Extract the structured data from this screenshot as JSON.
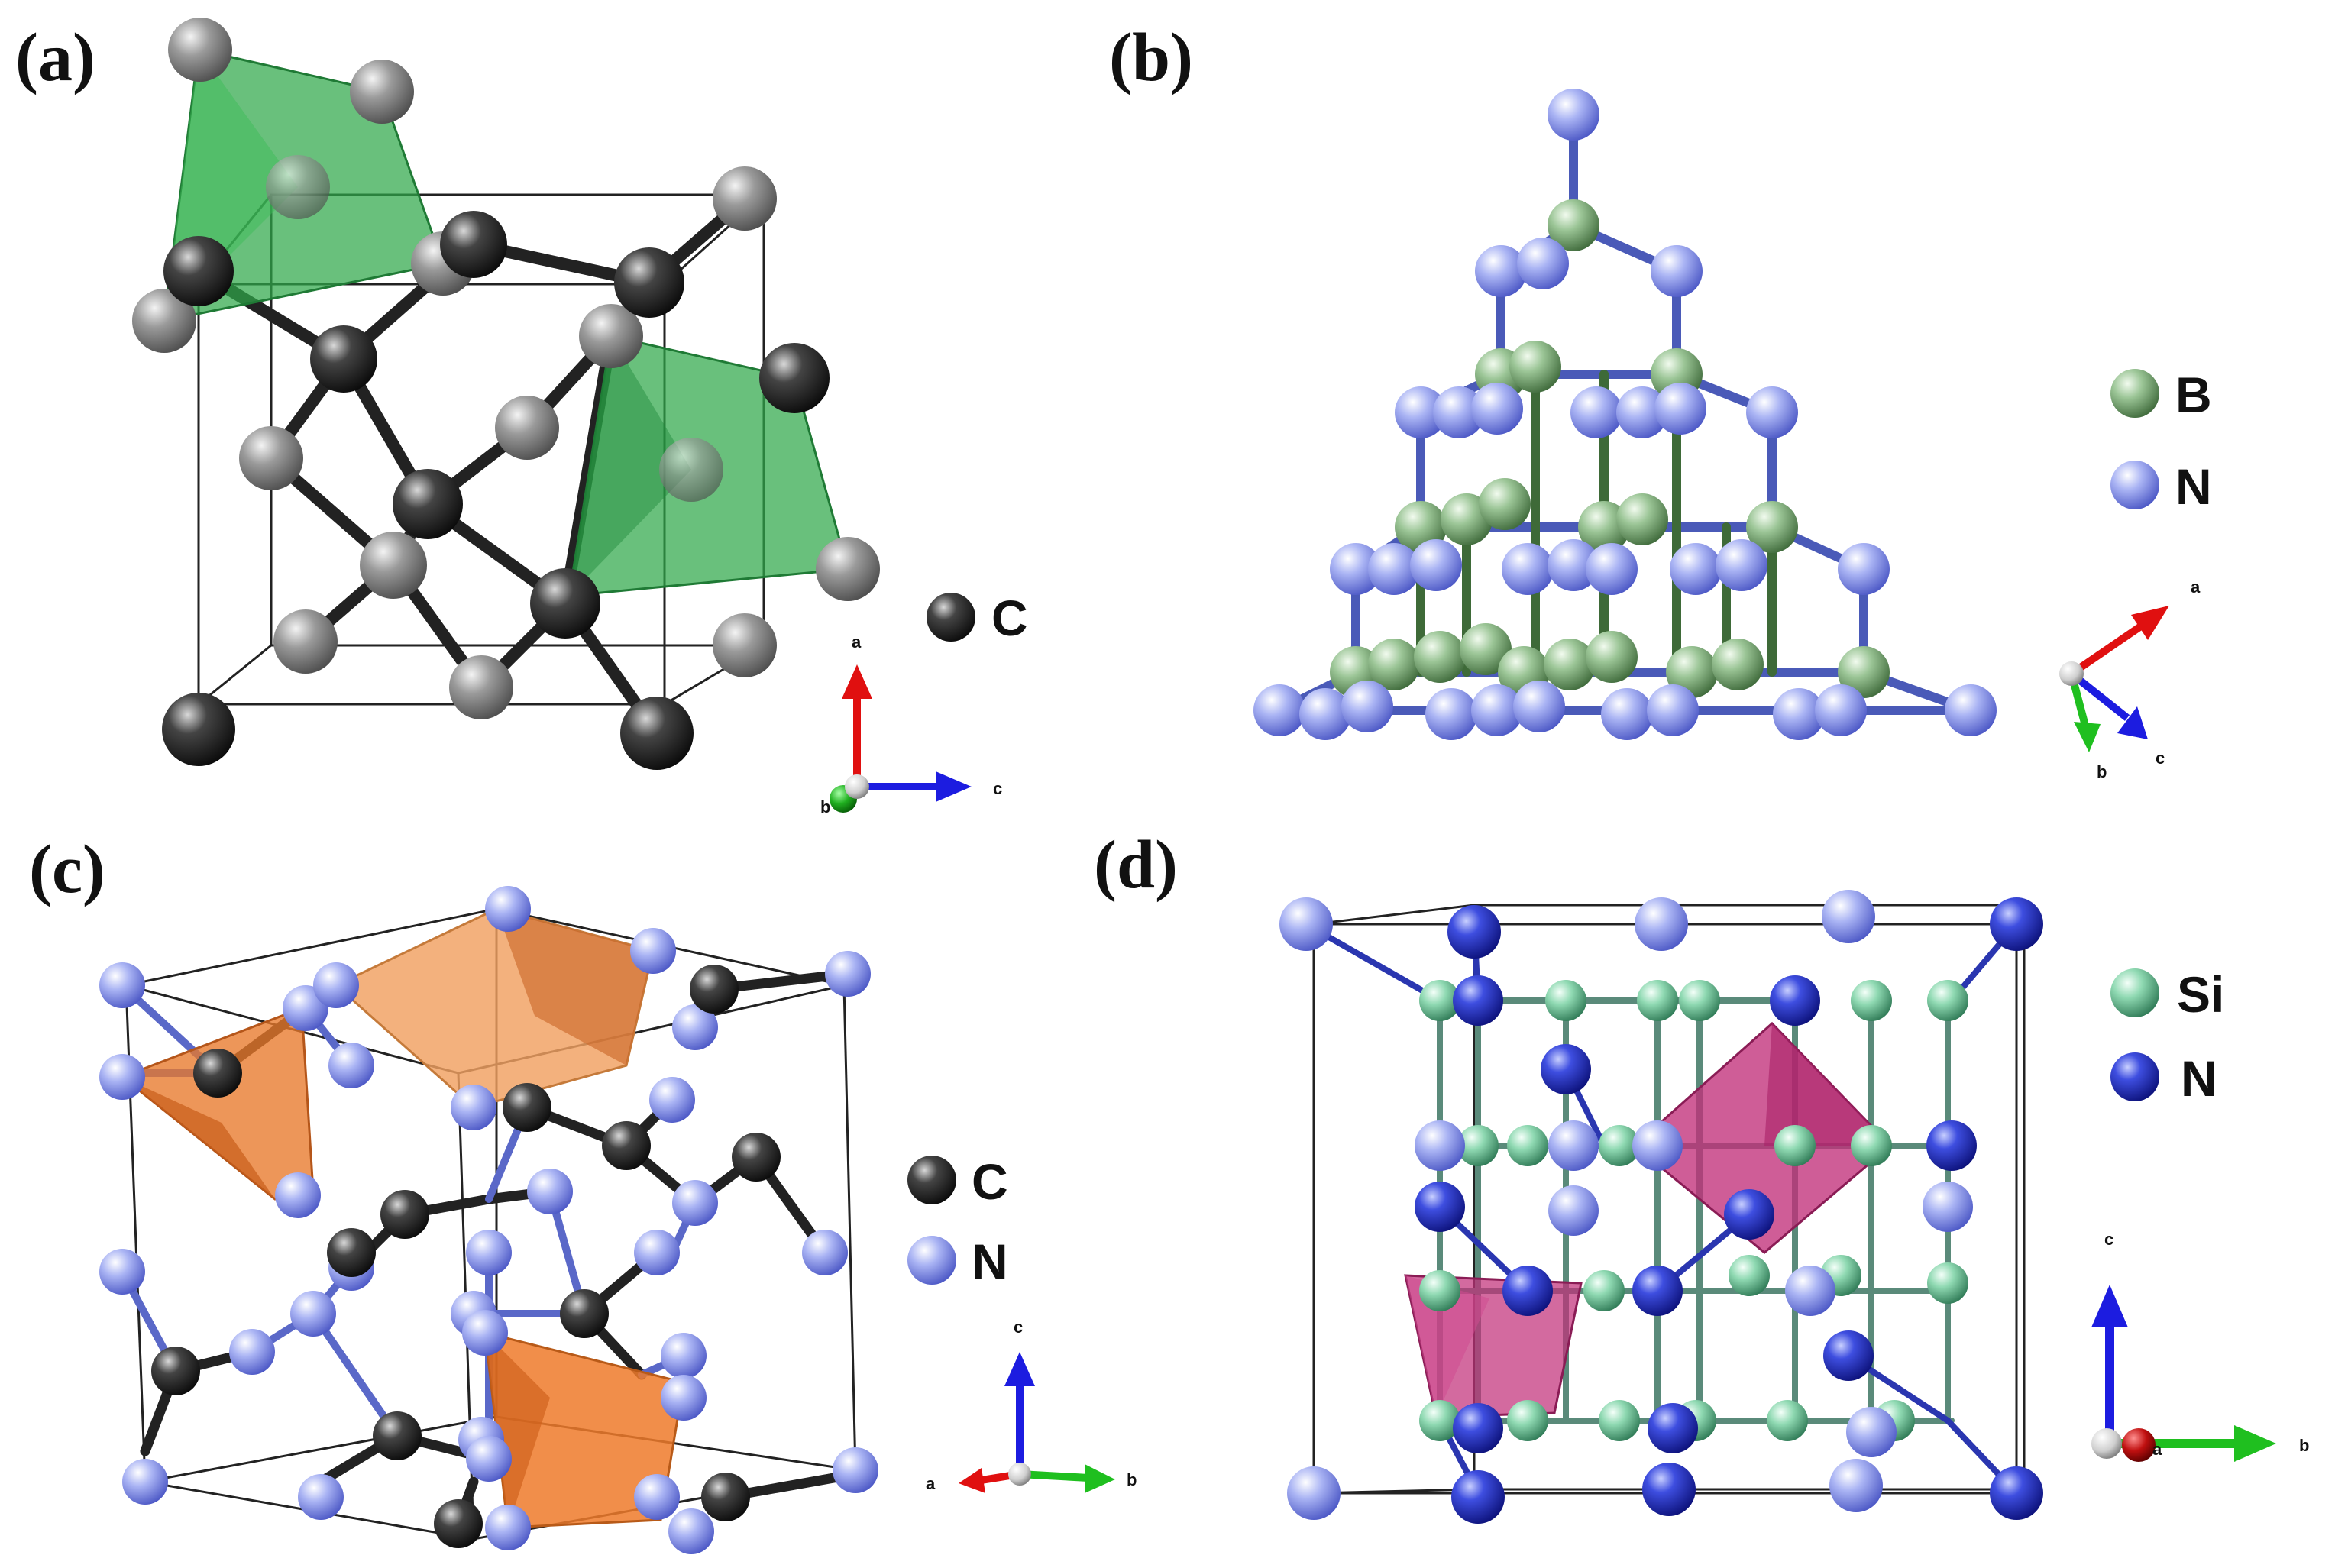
{
  "panels": [
    {
      "id": "a",
      "label": "(a)",
      "legend": [
        {
          "symbol": "C",
          "color": "#2b2b2b"
        }
      ],
      "axes": [
        "a",
        "b",
        "c"
      ]
    },
    {
      "id": "b",
      "label": "(b)",
      "legend": [
        {
          "symbol": "B",
          "color": "#8fb88a"
        },
        {
          "symbol": "N",
          "color": "#9aa6ee"
        }
      ],
      "axes": [
        "a",
        "b",
        "c"
      ]
    },
    {
      "id": "c",
      "label": "(c)",
      "legend": [
        {
          "symbol": "C",
          "color": "#2b2b2b"
        },
        {
          "symbol": "N",
          "color": "#9aa6ee"
        }
      ],
      "axes": [
        "c",
        "a",
        "b"
      ]
    },
    {
      "id": "d",
      "label": "(d)",
      "legend": [
        {
          "symbol": "Si",
          "color": "#7fcfa5"
        },
        {
          "symbol": "N",
          "color": "#3b46d6"
        }
      ],
      "axes": [
        "c",
        "a",
        "b"
      ]
    }
  ],
  "colors": {
    "carbon": "#2b2b2b",
    "carbon_light": "#8a8a8a",
    "boron": "#8fb88a",
    "nitrogen_light": "#9aa6ee",
    "nitrogen_dark": "#3b46d6",
    "silicon": "#7fcfa5",
    "tetra_green": "#2fa84a",
    "tetra_orange": "#e8792a",
    "octa_magenta": "#c2307a",
    "axis_red": "#e01010",
    "axis_green": "#1fbf1f",
    "axis_blue": "#1c1ce0"
  }
}
